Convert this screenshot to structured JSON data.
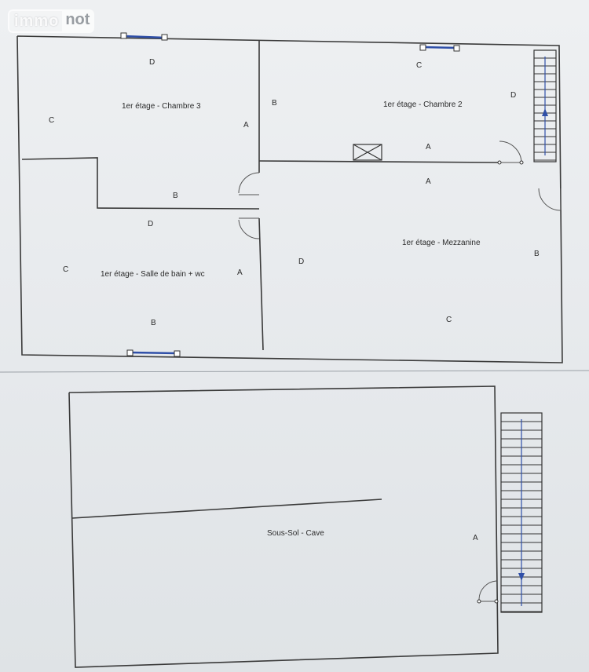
{
  "watermark": {
    "part1": "immo",
    "part2": "not"
  },
  "upper_floor": {
    "rooms": {
      "chambre3": "1er étage - Chambre 3",
      "chambre2": "1er étage - Chambre 2",
      "sdb": "1er étage - Salle de bain + wc",
      "mezzanine": "1er étage - Mezzanine"
    },
    "side_labels": {
      "c3_top": "D",
      "c3_left": "C",
      "c3_right": "B",
      "c3_bottom_a": "A",
      "c2_top": "C",
      "c2_right": "D",
      "c2_bottom": "A",
      "mezz_top": "A",
      "sdb_top": "B",
      "sdb_mid": "D",
      "sdb_left": "C",
      "sdb_right": "A",
      "sdb_bottom": "B",
      "mezz_left": "D",
      "mezz_right": "B",
      "mezz_bottom": "C"
    }
  },
  "lower_floor": {
    "rooms": {
      "cave": "Sous-Sol - Cave"
    },
    "side_labels": {
      "cave_right": "A"
    }
  },
  "colors": {
    "wall": "#3a3a3a",
    "window": "#2f4fa8",
    "stair_arrow": "#2f4fa8"
  }
}
